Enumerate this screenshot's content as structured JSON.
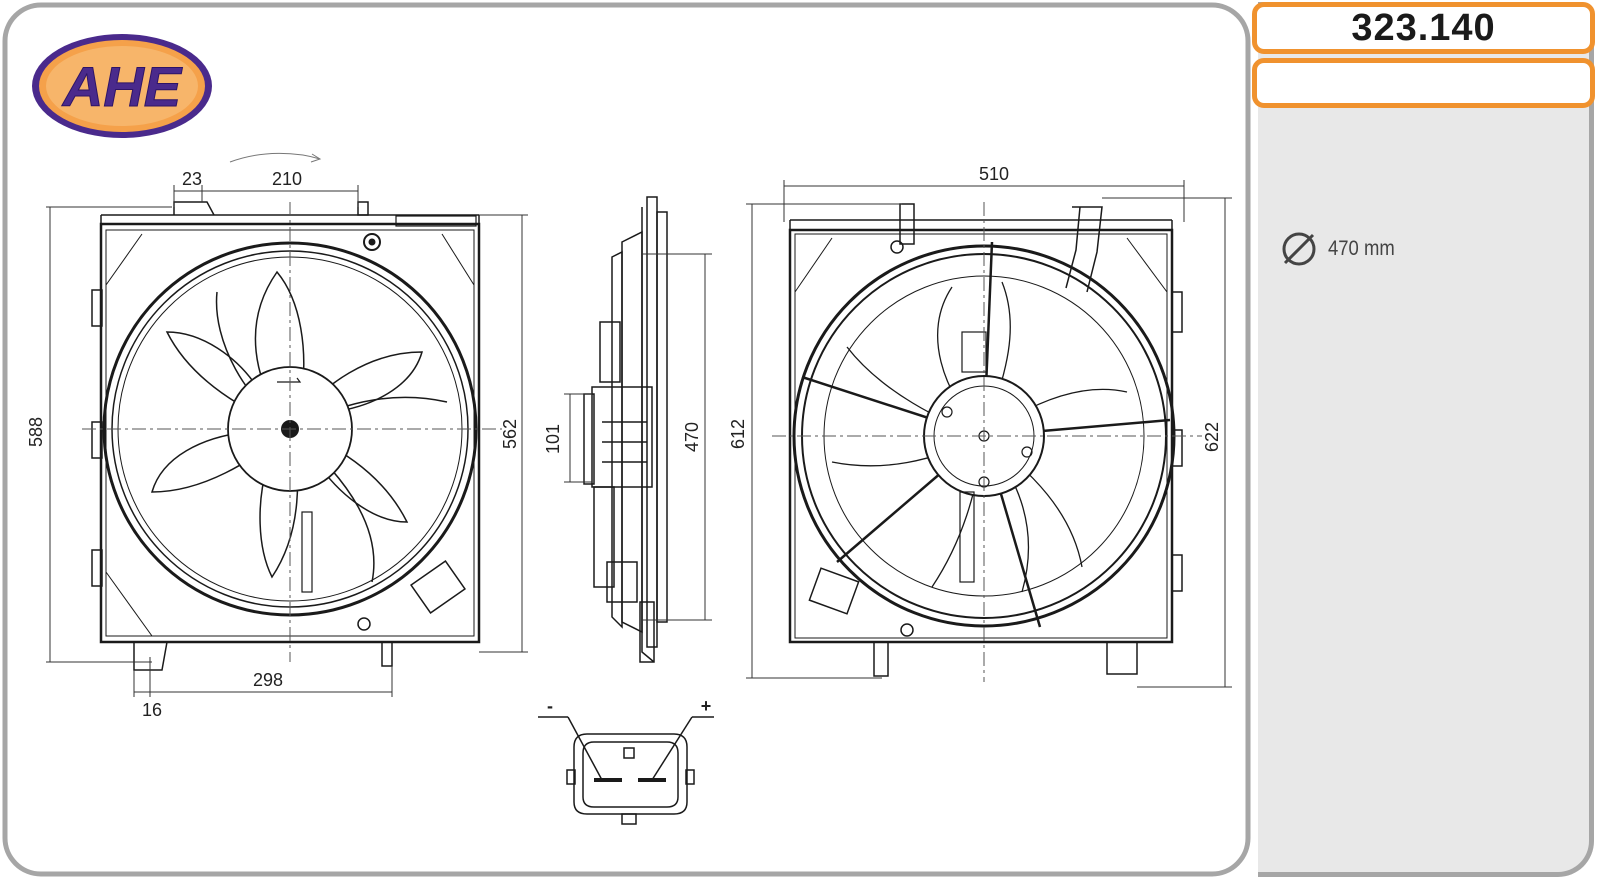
{
  "logo": {
    "text": "AHE"
  },
  "part_number": "323.140",
  "specs": {
    "diameter_value": "470 mm",
    "diameter_icon": "diameter-symbol-icon"
  },
  "dimensions": {
    "front": {
      "top_offset": "23",
      "top_span": "210",
      "height_overall": "588",
      "height_frame": "562",
      "bottom_span": "298",
      "bottom_offset": "16"
    },
    "side": {
      "motor_depth": "101",
      "fan_diameter": "470"
    },
    "rear": {
      "width": "510",
      "height_left": "612",
      "height_right": "622"
    }
  },
  "connector": {
    "minus_label": "-",
    "plus_label": "+"
  },
  "colors": {
    "accent_orange": "#f0922e",
    "logo_purple": "#4a2a8c",
    "logo_orange": "#f5a14a",
    "frame_gray": "#a6a6a6",
    "panel_gray": "#e8e8e8"
  }
}
